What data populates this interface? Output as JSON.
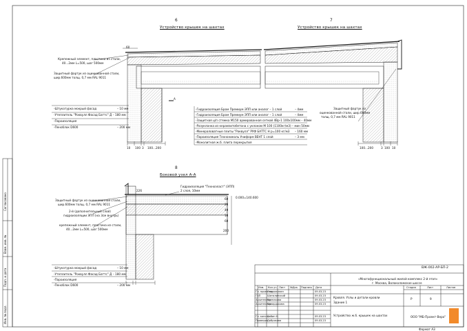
{
  "section6": {
    "num": "6",
    "title": "Устройство крышек на шахтах"
  },
  "section7": {
    "num": "7",
    "title": "Устройство крышек на шахтах"
  },
  "section8": {
    "num": "8",
    "title": "Боковой узел А-А"
  },
  "callouts_top_left": [
    "Крепежный элемент, пластина из стали,",
    "40...2мм L=500, шаг 500мм",
    "Защитный фартук из оцинкованной стали,",
    "шир.600мм толщ. 0,7 мм  RAL 9011"
  ],
  "callouts_top_right": [
    "Защитный фартук из",
    "оцинкованной стали, шир.600мм",
    "толщ. 0,7 мм  RAL 9011"
  ],
  "wall_layers_top": [
    {
      "text": "-Штукатурка мокрый фасад",
      "value": "– 10 мм"
    },
    {
      "text": "-Утеплитель \"Роквулл Фасад Баттс\" Д – 180 мм",
      "value": ""
    },
    {
      "text": "-Пароизоляция",
      "value": ""
    },
    {
      "text": "-Пеноблок D600",
      "value": "– 200 мм"
    }
  ],
  "roof_layers": [
    {
      "text": "-Гидроизоляция Бром Премиум ЭПП или аналог – 1 слой",
      "value": "– 4мм"
    },
    {
      "text": "-Гидроизоляция Бром Премиум ЭПП или аналог – 1 слой",
      "value": "– 4мм"
    },
    {
      "text": "-Защитная ц/п стяжка М150 армированная сеткой 4Вр-1 100х100мм – 40мм",
      "value": ""
    },
    {
      "text": "-Разуклонка из керамзитобетона с уклоном М 100 (1100кг/м3) – мин 50мм",
      "value": ""
    },
    {
      "text": "-Минераловатные плиты \"Роквулл\" РУФ БАТТС Н  р=100 кг/м3",
      "value": "– 160 мм"
    },
    {
      "text": "-Пароизоляция Технониколь Униформ ВЕНТ 1 слой",
      "value": "– 3 мм"
    },
    {
      "text": "-Монолитная ж.б. плита перекрытия",
      "value": ""
    }
  ],
  "dims_left": [
    "10",
    "100",
    "3",
    "100...200"
  ],
  "dims_right": [
    "100...200",
    "3",
    "100",
    "10"
  ],
  "dim_60": "60",
  "section_marker": "A",
  "node_a": {
    "elevation": "0.000=140.600",
    "gidro_label_1": "Гидроизоляция \"Техноэласт\" (ЭПП)",
    "gidro_label_2": "2 слоя, 10мм",
    "dim_226": "226",
    "dims_vertical": [
      "60",
      "20",
      "40",
      "10",
      "60",
      "200"
    ],
    "callouts": [
      "Защитный фартук из оцинкованной стали,",
      "шир.600мм толщ. 0,7 мм  RAL 9011",
      "2-й (дополнительный слой)",
      "гидроизоляции ЭПП (на 3см внутрь)",
      "крепежный элемент, пластина из стали,",
      "40...2мм L=500, шаг 500мм"
    ],
    "wall_layers": [
      {
        "text": "-Штукатурка мокрый фасад",
        "value": "– 10 мм"
      },
      {
        "text": "-Утеплитель \"Роквулл Фасад Баттс\" Д – 180 мм",
        "value": ""
      },
      {
        "text": "-Пароизоляция",
        "value": ""
      },
      {
        "text": "-Пеноблок D600",
        "value": "– 200 мм"
      }
    ]
  },
  "side_stamps": [
    "Согласовано",
    "Взам. инв. №",
    "Подп. и дата",
    "Инв. № подл."
  ],
  "title_block": {
    "code": "ВЖ-002-АР-БП-2",
    "project": "«Многофункциональный жилой комплекс 2-й этап»",
    "address": "г. Москва, Волоколамское шоссе",
    "head": [
      "Изм.",
      "Кол.уч.",
      "Лист",
      "№Док.",
      "Подпись",
      "Дата"
    ],
    "people": [
      {
        "role": "Гл. проектир.",
        "name": "Старожилин",
        "date": "09.03.23"
      },
      {
        "role": "ГАП",
        "name": "Шаталинский",
        "date": "09.03.23"
      },
      {
        "role": "Архитектор",
        "name": "Колпакова",
        "date": "09.03.23"
      },
      {
        "role": "Архитектор",
        "name": "Кавардакова",
        "date": "09.03.23"
      },
      {
        "role": "Гл. констр.",
        "name": "Сабин Н.",
        "date": "09.03.23"
      },
      {
        "role": "Проверил",
        "name": "Добрякова",
        "date": "09.03.23"
      }
    ],
    "object_name": "Кровля. Узлы и детали кровли",
    "building": "Здание 1",
    "sheet_title": "Устройство ж.б. крышек на шахтах",
    "stage_h": "Стадия",
    "sheet_h": "Лист",
    "sheets_h": "Листов",
    "stage": "Р",
    "sheet": "9",
    "company": "ООО \"МБ-Проект-Веро\"",
    "format": "Формат А3"
  },
  "colors": {
    "line": "#1a1a1a",
    "hatch": "#555555",
    "logo": "#f28a2a"
  }
}
